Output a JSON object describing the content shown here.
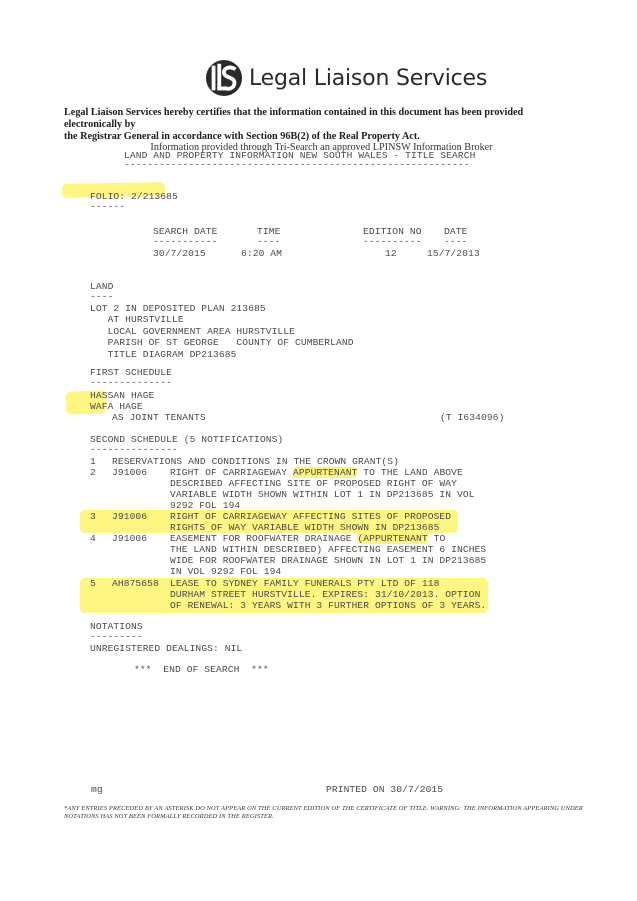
{
  "brand": {
    "logo_icon": "lls-monogram-icon",
    "name": "Legal Liaison Services"
  },
  "certification": {
    "line1": "Legal Liaison Services hereby certifies that the information contained in this document has been provided electronically by",
    "line2": "the Registrar General in accordance with Section 96B(2) of the Real Property Act.",
    "broker_note": "Information provided through Tri-Search an approved LPINSW Information Broker"
  },
  "search": {
    "title": "LAND AND PROPERTY INFORMATION NEW SOUTH WALES - TITLE SEARCH",
    "title_rule": "-----------------------------------------------------------",
    "folio_label": "FOLIO: 2/213685",
    "folio_rule": "------",
    "headers": {
      "search_date": "SEARCH DATE",
      "search_date_rule": "-----------",
      "time": "TIME",
      "time_rule": "----",
      "edition_no": "EDITION NO",
      "edition_no_rule": "----------",
      "date": "DATE",
      "date_rule": "----"
    },
    "values": {
      "search_date": "30/7/2015",
      "time": "6:20 AM",
      "edition_no": "12",
      "date": "15/7/2013"
    }
  },
  "land": {
    "heading": "LAND",
    "rule": "----",
    "lines": [
      "LOT 2 IN DEPOSITED PLAN 213685",
      "   AT HURSTVILLE",
      "   LOCAL GOVERNMENT AREA HURSTVILLE",
      "   PARISH OF ST GEORGE   COUNTY OF CUMBERLAND",
      "   TITLE DIAGRAM DP213685"
    ]
  },
  "first_schedule": {
    "heading": "FIRST SCHEDULE",
    "rule": "--------------",
    "owners": [
      "HASSAN HAGE",
      "WAFA HAGE"
    ],
    "tenancy": "AS JOINT TENANTS",
    "dealing_ref": "(T I634096)"
  },
  "second_schedule": {
    "heading": "SECOND SCHEDULE (5 NOTIFICATIONS)",
    "rule": "---------------",
    "entries": [
      {
        "num": "1",
        "ref": "",
        "lines": [
          "RESERVATIONS AND CONDITIONS IN THE CROWN GRANT(S)"
        ]
      },
      {
        "num": "2",
        "ref": "J91006",
        "lines": [
          "RIGHT OF CARRIAGEWAY ",
          "APPURTENANT",
          " TO THE LAND ABOVE",
          "DESCRIBED AFFECTING SITE OF PROPOSED RIGHT OF WAY",
          "VARIABLE WIDTH SHOWN WITHIN LOT 1 IN DP213685 IN VOL",
          "9292 FOL 194"
        ]
      },
      {
        "num": "3",
        "ref": "J91006",
        "lines": [
          "RIGHT OF CARRIAGEWAY AFFECTING SITES OF PROPOSED",
          "RIGHTS OF WAY VARIABLE WIDTH SHOWN IN DP213685"
        ]
      },
      {
        "num": "4",
        "ref": "J91006",
        "lines": [
          "EASEMENT FOR ROOFWATER DRAINAGE ",
          "(APPURTENANT",
          " TO",
          "THE LAND WITHIN DESCRIBED) AFFECTING EASEMENT 6 INCHES",
          "WIDE FOR ROOFWATER DRAINAGE SHOWN IN LOT 1 IN DP213685",
          "IN VOL 9292 FOL 194"
        ]
      },
      {
        "num": "5",
        "ref": "AH875658",
        "lines": [
          "LEASE TO SYDNEY FAMILY FUNERALS PTY LTD OF 118",
          "DURHAM STREET HURSTVILLE. EXPIRES: 31/10/2013. OPTION",
          "OF RENEWAL: 3 YEARS WITH 3 FURTHER OPTIONS OF 3 YEARS."
        ]
      }
    ]
  },
  "notations": {
    "heading": "NOTATIONS",
    "rule": "---------",
    "unregistered": "UNREGISTERED DEALINGS: NIL",
    "end": "***  END OF SEARCH  ***"
  },
  "footer": {
    "initials": "mg",
    "printed": "PRINTED ON 30/7/2015",
    "note": "*Any entries preceded by an asterisk do not appear on the current edition of the certificate of title. Warning: the information appearing under notations has not been formally recorded in the register."
  },
  "highlight_color": "#fff150"
}
